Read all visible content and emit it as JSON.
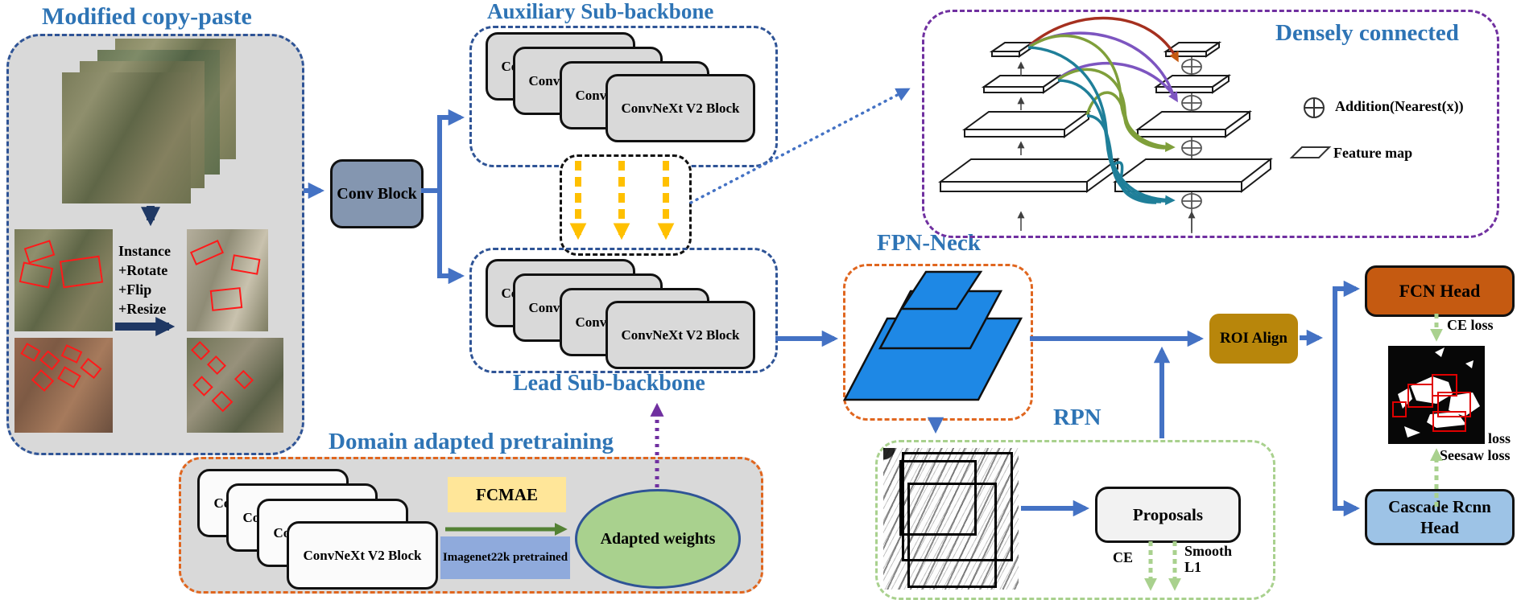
{
  "colors": {
    "title_blue": "#2e74b5",
    "arrow_blue": "#4472c4",
    "navy": "#1f3864",
    "yellow_arrow": "#ffc000",
    "orange_dash": "#e0661f",
    "green_dash": "#a9d18e",
    "purple_dash": "#7030a0",
    "navy_dash": "#2f5496",
    "conv_block_fill": "#8496b0",
    "card_gray": "#d9d9d9",
    "roi_gold": "#b8860b",
    "fcn_orange": "#c55a11",
    "cascade_blue": "#9dc3e6",
    "fpn_blue": "#1e88e5",
    "ellipse_green": "#a9d18e",
    "fcmae_yellow": "#ffe699",
    "imagenet_blue": "#8faadc",
    "dense_red": "#a5301f",
    "dense_purple": "#7d55c0",
    "dense_olive": "#7f9f3a",
    "dense_teal": "#1f7f99"
  },
  "titles": {
    "modified_copy_paste": "Modified copy-paste",
    "auxiliary": "Auxiliary Sub-backbone",
    "lead": "Lead Sub-backbone",
    "densely": "Densely connected",
    "domain": "Domain adapted pretraining",
    "fpn": "FPN-Neck",
    "rpn": "RPN"
  },
  "left_panel": {
    "augment_lines": [
      "Instance",
      "+Rotate",
      "+Flip",
      "+Resize"
    ]
  },
  "blocks": {
    "conv": "Conv Block",
    "convnext": "ConvNeXt V2 Block",
    "roi": "ROI Align",
    "fcn": "FCN Head",
    "cascade": "Cascade Rcnn Head",
    "proposals": "Proposals"
  },
  "pretraining": {
    "fcmae": "FCMAE",
    "imagenet": "Imagenet22k pretrained",
    "adapted": "Adapted weights"
  },
  "losses": {
    "ce_loss": "CE loss",
    "loss": "loss",
    "seesaw": "Seesaw loss",
    "ce": "CE",
    "smooth_l1": "Smooth L1"
  },
  "legend": {
    "addition": "Addition(Nearest(x))",
    "feature_map": "Feature map"
  }
}
